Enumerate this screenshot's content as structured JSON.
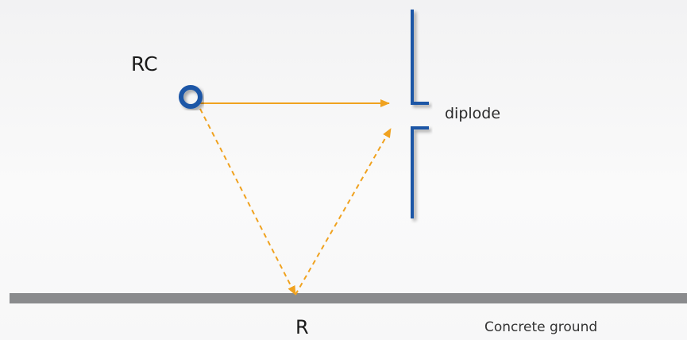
{
  "labels": {
    "source": "RC",
    "dipole": "diplode",
    "reflection_point": "R",
    "ground": "Concrete ground"
  },
  "colors": {
    "dipole": "#1f56a6",
    "source_ring": "#1f56a6",
    "ray": "#f0a21f",
    "ground": "#8a8b8d"
  }
}
